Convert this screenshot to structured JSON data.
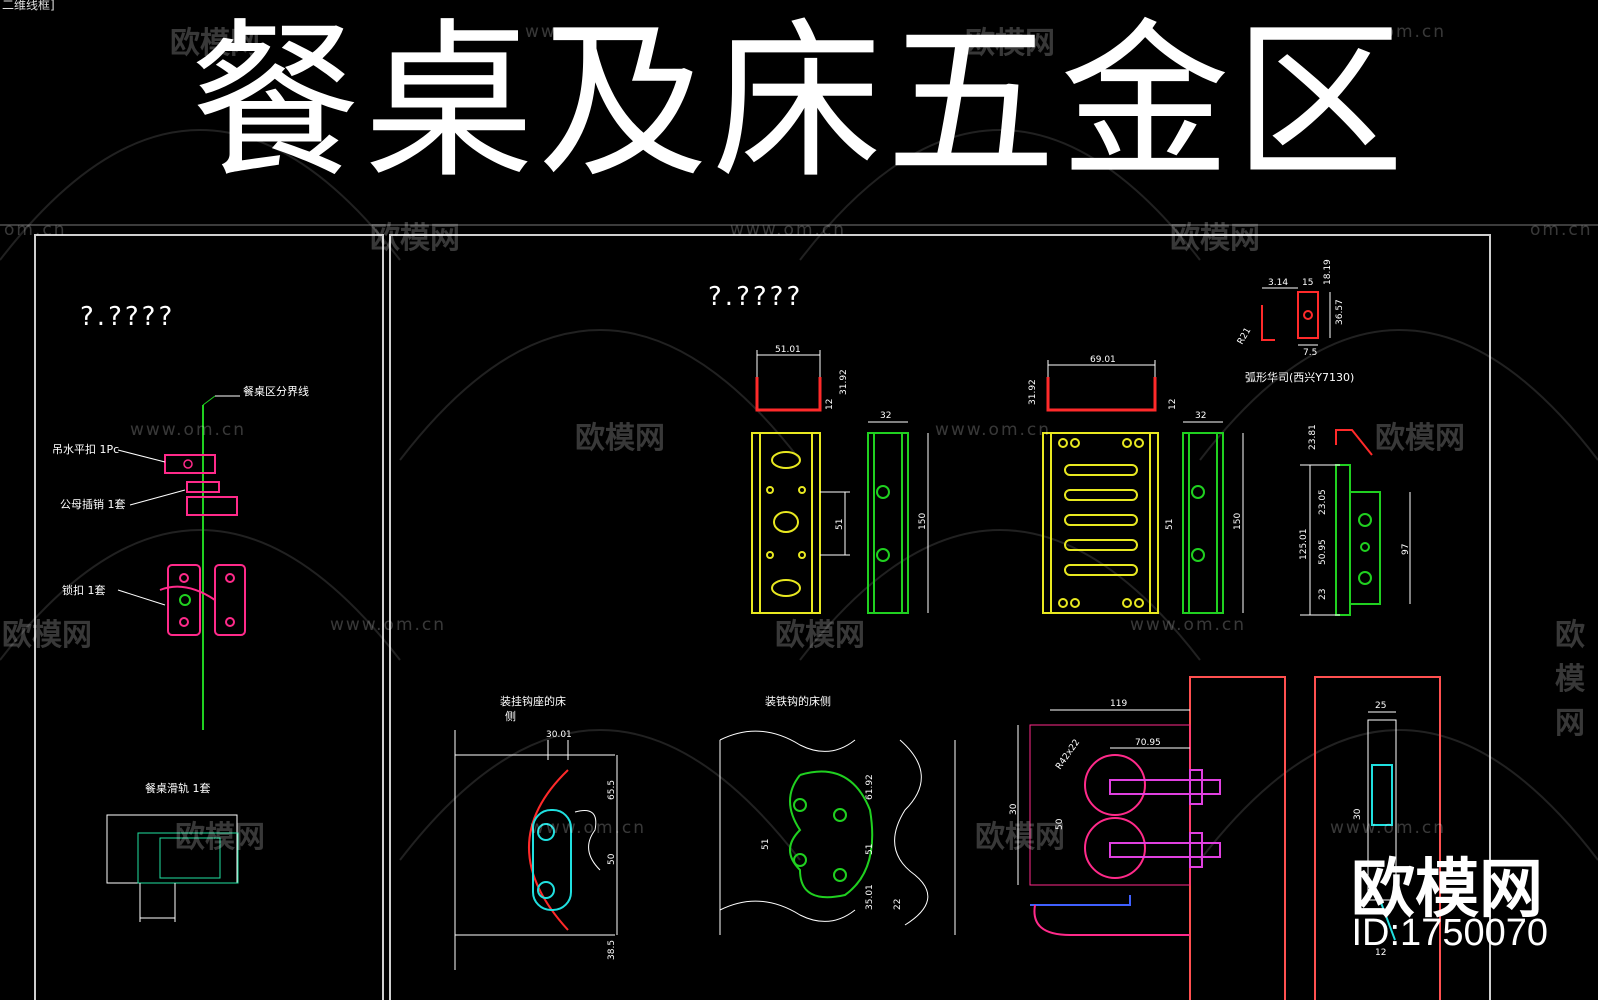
{
  "header": {
    "title": "餐桌及床五金区",
    "corner_text": "二维线框]"
  },
  "panels": {
    "left_heading": "?.????",
    "right_heading": "?.????"
  },
  "left_labels": {
    "divider": "餐桌区分界线",
    "level_clip": "吊水平扣 1Pc",
    "pin": "公母插销 1套",
    "lock": "锁扣 1套",
    "rail": "餐桌滑轨 1套"
  },
  "right_labels": {
    "hook_part": "弧形华司(西兴Y7130)",
    "bed_side_a": "装挂钩座的床",
    "bed_side_a2": "侧",
    "bed_side_b": "装铁钩的床侧"
  },
  "dims": {
    "d1": "51.01",
    "d2": "69.01",
    "d3": "31.92",
    "d4": "31.92",
    "d5": "12",
    "d6": "12",
    "d7": "32",
    "d8": "32",
    "d9": "51",
    "d10": "150",
    "d11": "51",
    "d12": "150",
    "d13": "3.14",
    "d14": "15",
    "d15": "18.19",
    "d16": "36.57",
    "d17": "7.5",
    "d18": "R21",
    "d19": "23.81",
    "d20": "23.05",
    "d21": "50.95",
    "d22": "125.01",
    "d23": "23",
    "d24": "97",
    "d25": "30.01",
    "d26": "65.5",
    "d27": "50",
    "d28": "38.5",
    "d29": "61.92",
    "d30": "51",
    "d31": "51",
    "d32": "35.01",
    "d33": "22",
    "d34": "119",
    "d35": "70.95",
    "d36": "R42x22",
    "d37": "50",
    "d38": "30",
    "d39": "25",
    "d40": "30",
    "d41": "12"
  },
  "watermark": {
    "brand": "欧模网",
    "url": "www.om.cn",
    "url_short": "om.cn",
    "brand_big": "欧模网",
    "id": "ID:1750070"
  },
  "colors": {
    "frame": "#cfcfcf",
    "red": "#ff2a2a",
    "yellow": "#e8e820",
    "green": "#20d020",
    "magenta": "#ff2a8a",
    "cyan": "#20e0e0",
    "purple": "#e040e0",
    "blue": "#4060ff"
  }
}
